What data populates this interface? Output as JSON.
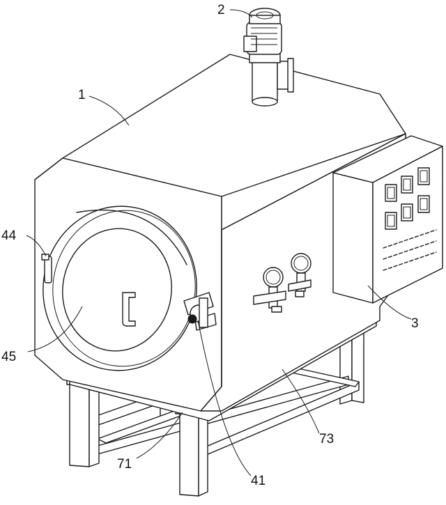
{
  "labels": {
    "body": "1",
    "motor": "2",
    "control_box": "3",
    "clamp": "41",
    "handle": "44",
    "door": "45",
    "base_pad": "71",
    "frame": "73"
  }
}
